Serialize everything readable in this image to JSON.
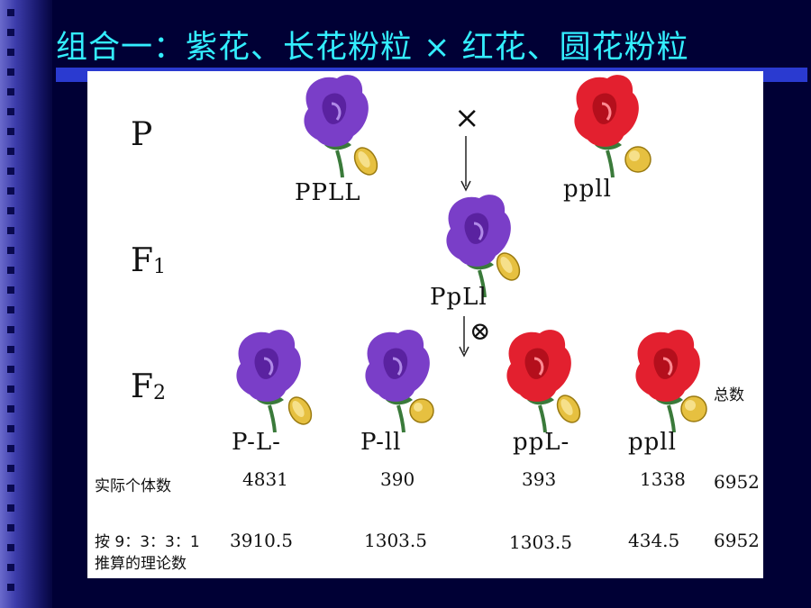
{
  "title": "组合一：紫花、长花粉粒 × 红花、圆花粉粒",
  "colors": {
    "purple_flower": "#7a3ec8",
    "red_flower": "#e3202f",
    "pollen_yellow": "#e6c040",
    "stem_green": "#3a7a3a",
    "title_text": "#33eeff"
  },
  "generations": {
    "p": "P",
    "f1_base": "F",
    "f1_sub": "1",
    "f2_base": "F",
    "f2_sub": "2"
  },
  "symbols": {
    "cross": "×",
    "selfing": "⊗"
  },
  "parents": {
    "left_genotype": "PPLL",
    "right_genotype": "ppll"
  },
  "f1": {
    "genotype": "PpLl"
  },
  "f2": {
    "phenotypes": [
      "P-L-",
      "P-ll",
      "ppL-",
      "ppll"
    ],
    "total_header": "总数",
    "actual_label": "实际个体数",
    "actual_counts": [
      "4831",
      "390",
      "393",
      "1338"
    ],
    "actual_total": "6952",
    "theory_label_line1": "按 9：3：3：1",
    "theory_label_line2": "推算的理论数",
    "theory_counts": [
      "3910.5",
      "1303.5",
      "1303.5",
      "434.5"
    ],
    "theory_total": "6952"
  },
  "icons": {
    "flower": "sweet-pea-flower-icon",
    "pollen": "pollen-grain-icon"
  }
}
